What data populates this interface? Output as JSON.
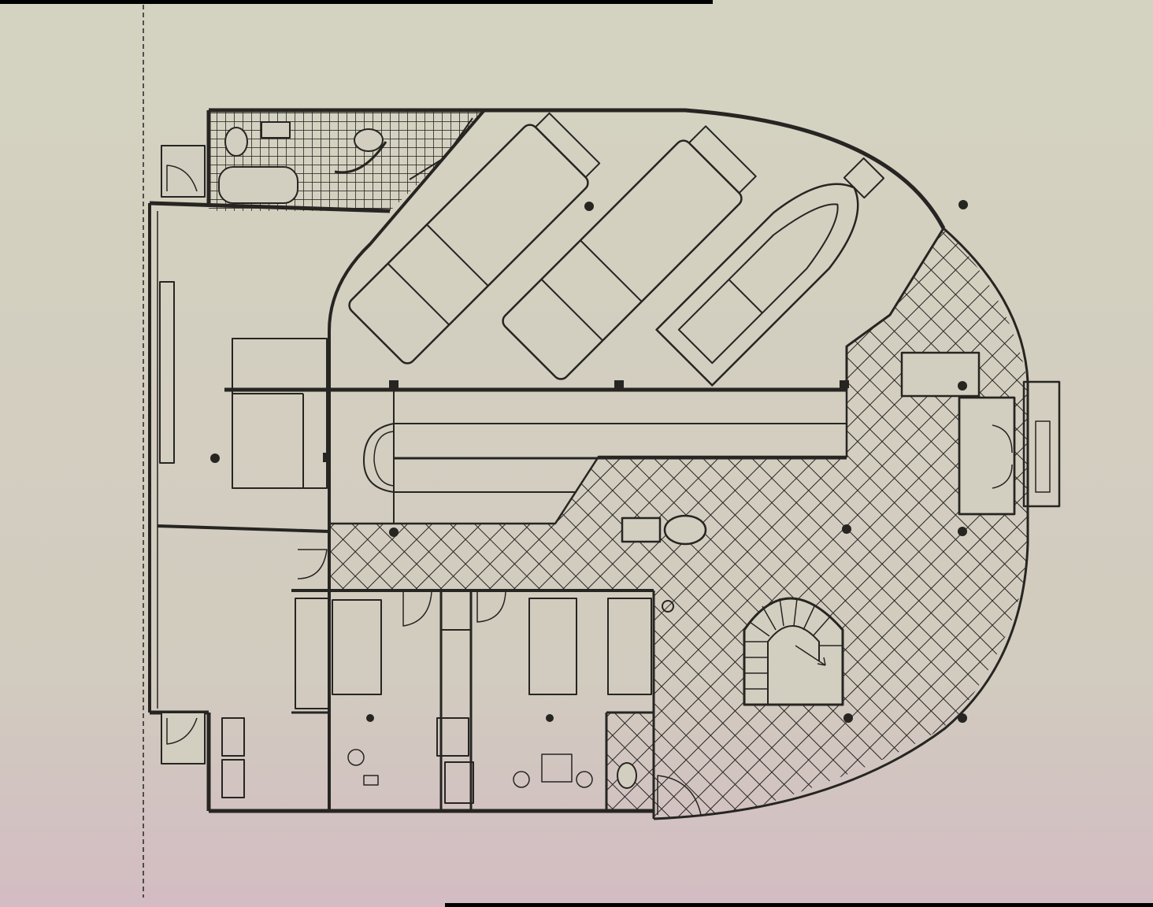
{
  "colors": {
    "paper_top": "#d4d3c1",
    "paper_bottom": "#d3bcc3",
    "ink": "#262522",
    "frame": "#000000"
  },
  "plan": {
    "labels": [],
    "hatched_zones": [
      "bathroom-top",
      "lobby-stair-hall",
      "wc-bottom"
    ],
    "vehicles": [
      "car-left",
      "car-middle",
      "boat-right"
    ],
    "features": [
      "curved-garage-wall",
      "staircase",
      "ramp",
      "entrance-doors",
      "column-dots"
    ]
  }
}
